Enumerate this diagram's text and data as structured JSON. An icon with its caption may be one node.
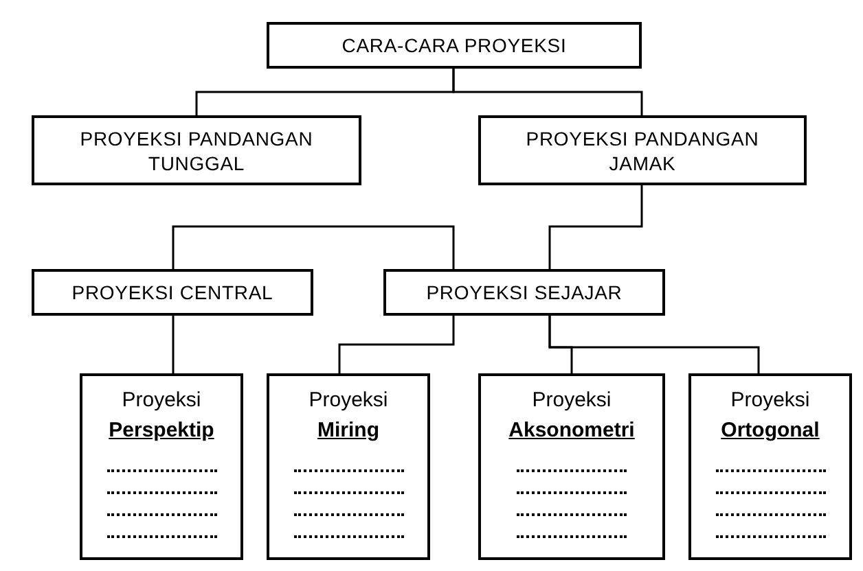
{
  "diagram": {
    "nodes": [
      {
        "text": [
          "CARA-CARA PROYEKSI"
        ]
      },
      {
        "text": [
          "PROYEKSI PANDANGAN TUNGGAL"
        ]
      },
      {
        "text": [
          "PROYEKSI PANDANGAN JAMAK"
        ]
      },
      {
        "text": [
          "PROYEKSI CENTRAL"
        ]
      },
      {
        "text": [
          "PROYEKSI SEJAJAR"
        ]
      },
      {
        "text": [
          "Proyeksi",
          "Perspektip"
        ]
      },
      {
        "text": [
          "Proyeksi",
          "Miring"
        ]
      },
      {
        "text": [
          "Proyeksi",
          "Aksonometri"
        ]
      },
      {
        "text": [
          "Proyeksi",
          "Ortogonal"
        ]
      }
    ],
    "edges": [
      {
        "from": 0,
        "to": 1,
        "arrow": "none"
      },
      {
        "from": 0,
        "to": 2,
        "arrow": "none"
      },
      {
        "from": 2,
        "to": 4,
        "arrow": "none"
      },
      {
        "from": 3,
        "to": 4,
        "arrow": "none"
      },
      {
        "from": 3,
        "to": 5,
        "arrow": "none"
      },
      {
        "from": 4,
        "to": 6,
        "arrow": "none"
      },
      {
        "from": 4,
        "to": 7,
        "arrow": "none"
      },
      {
        "from": 4,
        "to": 8,
        "arrow": "none"
      }
    ]
  }
}
